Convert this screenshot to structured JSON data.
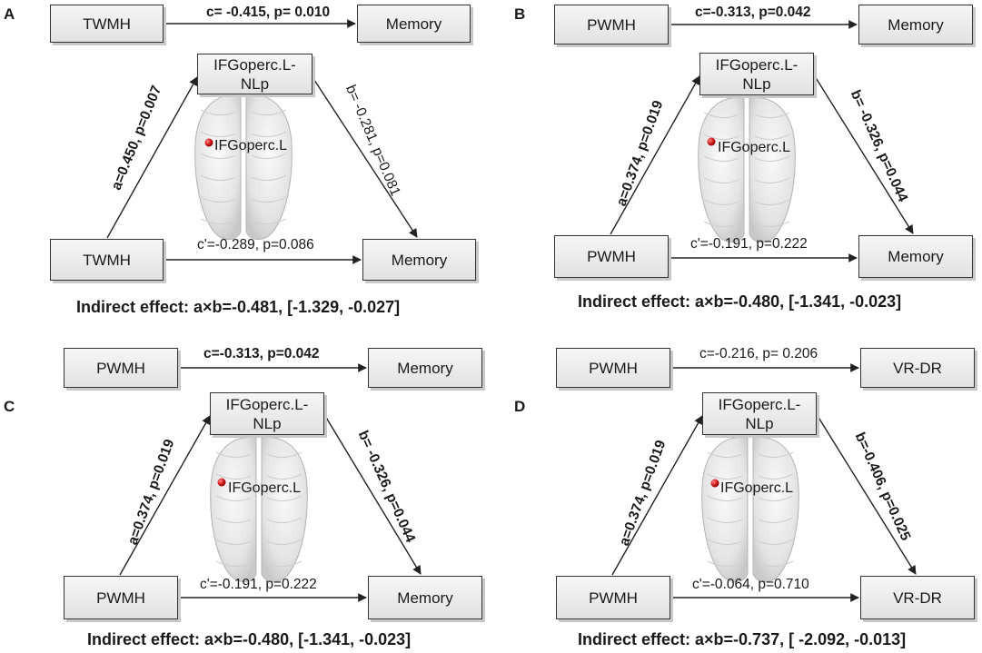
{
  "panels": [
    {
      "letter": "A",
      "top": {
        "x": "TWMH",
        "y": "Memory",
        "c_label": "c= -0.415, p= 0.010"
      },
      "mediator": {
        "line1": "IFGoperc.L-",
        "line2": "NLp"
      },
      "brain_label": "IFGoperc.L",
      "a_label": "a=0.450, p=0.007",
      "b_label": "b= -0.281, p=0.081",
      "bottom": {
        "x": "TWMH",
        "y": "Memory",
        "c_prime_label": "c'=-0.289, p=0.086"
      },
      "indirect": "Indirect effect:  a×b=-0.481, [-1.329, -0.027]"
    },
    {
      "letter": "B",
      "top": {
        "x": "PWMH",
        "y": "Memory",
        "c_label": "c=-0.313, p=0.042"
      },
      "mediator": {
        "line1": "IFGoperc.L-",
        "line2": "NLp"
      },
      "brain_label": "IFGoperc.L",
      "a_label": "a=0.374, p=0.019",
      "b_label": "b= -0.326, p=0.044",
      "bottom": {
        "x": "PWMH",
        "y": "Memory",
        "c_prime_label": "c'=-0.191, p=0.222"
      },
      "indirect": "Indirect effect:  a×b=-0.480, [-1.341, -0.023]"
    },
    {
      "letter": "C",
      "top": {
        "x": "PWMH",
        "y": "Memory",
        "c_label": "c=-0.313, p=0.042"
      },
      "mediator": {
        "line1": "IFGoperc.L-",
        "line2": "NLp"
      },
      "brain_label": "IFGoperc.L",
      "a_label": "a=0.374, p=0.019",
      "b_label": "b= -0.326, p=0.044",
      "bottom": {
        "x": "PWMH",
        "y": "Memory",
        "c_prime_label": "c'=-0.191, p=0.222"
      },
      "indirect": "Indirect effect:  a×b=-0.480, [-1.341, -0.023]"
    },
    {
      "letter": "D",
      "top": {
        "x": "PWMH",
        "y": "VR-DR",
        "c_label": "c=-0.216, p= 0.206"
      },
      "mediator": {
        "line1": "IFGoperc.L-",
        "line2": "NLp"
      },
      "brain_label": "IFGoperc.L",
      "a_label": "a=0.374, p=0.019",
      "b_label": "b=-0.406, p=0.025",
      "bottom": {
        "x": "PWMH",
        "y": "VR-DR",
        "c_prime_label": "c'=-0.064, p=0.710"
      },
      "indirect": "Indirect effect:  a×b=-0.737, [ -2.092, -0.013]"
    }
  ]
}
